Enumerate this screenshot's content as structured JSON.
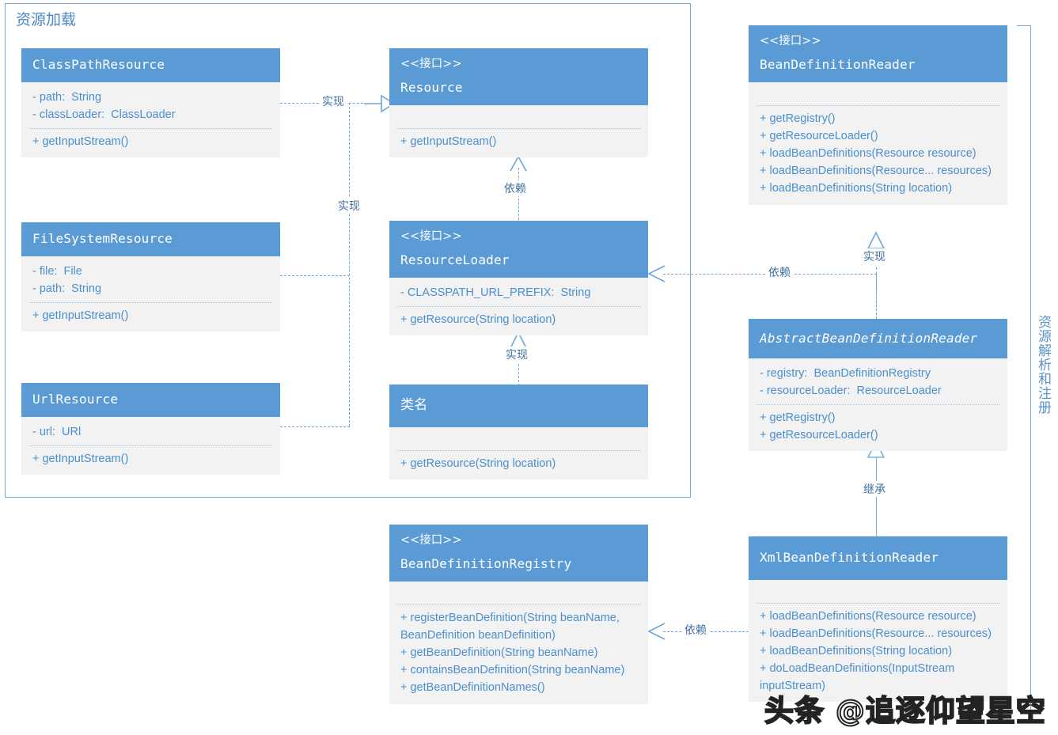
{
  "diagram": {
    "title": "Spring Resource / BeanDefinitionReader UML",
    "groups": [
      {
        "label": "资源加载"
      },
      {
        "label": "资源解析和注册"
      }
    ],
    "colors": {
      "header_fill": "#5b9bd5",
      "body_fill": "#f2f2f2",
      "text_blue": "#4a8fd0",
      "line_blue": "#6fa5d8",
      "frame_blue": "#7aa9d6"
    },
    "watermark": "头条 @追逐仰望星空"
  },
  "classes": {
    "class_path_resource": {
      "stereotype": "",
      "name": "ClassPathResource",
      "attributes": [
        "- path:  String",
        "- classLoader:  ClassLoader"
      ],
      "operations": [
        "+ getInputStream()"
      ]
    },
    "resource": {
      "stereotype": "<<接口>>",
      "name": "Resource",
      "attributes": [],
      "operations": [
        "+ getInputStream()"
      ]
    },
    "bean_definition_reader": {
      "stereotype": "<<接口>>",
      "name": "BeanDefinitionReader",
      "attributes": [],
      "operations": [
        "+ getRegistry()",
        "+ getResourceLoader()",
        "+ loadBeanDefinitions(Resource resource)",
        "+ loadBeanDefinitions(Resource... resources)",
        "+ loadBeanDefinitions(String location)"
      ]
    },
    "file_system_resource": {
      "stereotype": "",
      "name": "FileSystemResource",
      "attributes": [
        "- file:  File",
        "- path:  String"
      ],
      "operations": [
        "+ getInputStream()"
      ]
    },
    "resource_loader": {
      "stereotype": "<<接口>>",
      "name": "ResourceLoader",
      "attributes": [
        "- CLASSPATH_URL_PREFIX:  String"
      ],
      "operations": [
        "+ getResource(String location)"
      ]
    },
    "abstract_bean_definition_reader": {
      "stereotype": "",
      "name": "AbstractBeanDefinitionReader",
      "attributes": [
        "- registry:  BeanDefinitionRegistry",
        "- resourceLoader:  ResourceLoader"
      ],
      "operations": [
        "+ getRegistry()",
        "+ getResourceLoader()"
      ]
    },
    "url_resource": {
      "stereotype": "",
      "name": "UrlResource",
      "attributes": [
        "- url:  URl"
      ],
      "operations": [
        "+ getInputStream()"
      ]
    },
    "class_name": {
      "stereotype": "",
      "name": "类名",
      "attributes": [],
      "operations": [
        "+ getResource(String location)"
      ]
    },
    "bean_definition_registry": {
      "stereotype": "<<接口>>",
      "name": "BeanDefinitionRegistry",
      "attributes": [],
      "operations": [
        "+ registerBeanDefinition(String beanName, BeanDefinition beanDefinition)",
        "+ getBeanDefinition(String beanName)",
        "+ containsBeanDefinition(String beanName)",
        "+ getBeanDefinitionNames()"
      ]
    },
    "xml_bean_definition_reader": {
      "stereotype": "",
      "name": "XmlBeanDefinitionReader",
      "attributes": [],
      "operations": [
        "+ loadBeanDefinitions(Resource resource)",
        "+ loadBeanDefinitions(Resource... resources)",
        "+ loadBeanDefinitions(String location)",
        "+ doLoadBeanDefinitions(InputStream inputStream)"
      ]
    }
  },
  "connectors": {
    "impl_resource": "实现",
    "impl_resource_2": "实现",
    "dep_resource": "依赖",
    "impl_resource_loader": "实现",
    "dep_resource_loader": "依赖",
    "impl_reader": "实现",
    "inherit_reader": "继承",
    "dep_registry": "依赖"
  }
}
